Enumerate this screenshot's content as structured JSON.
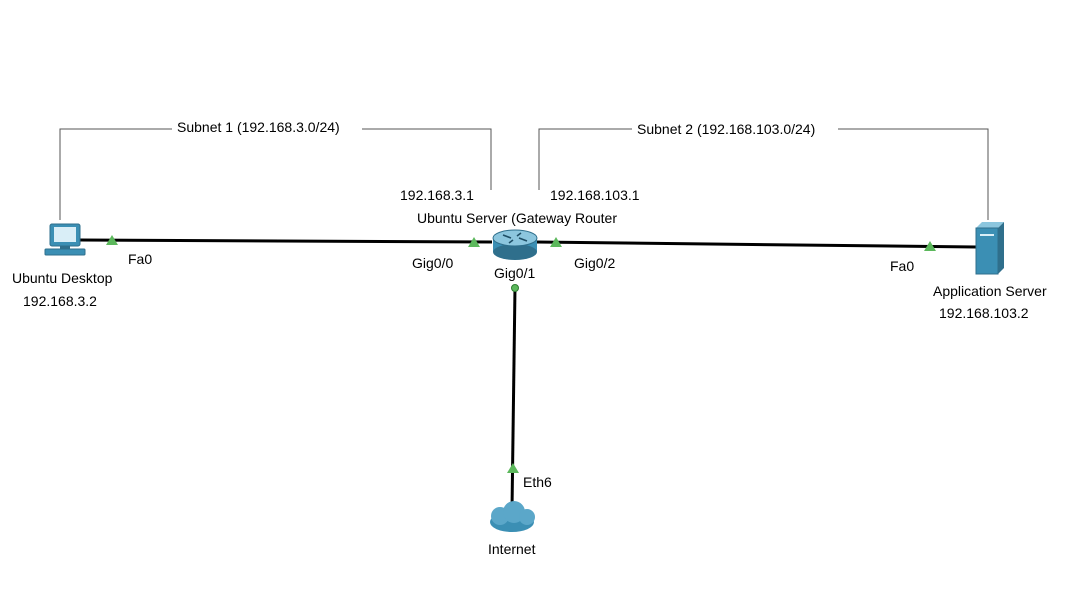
{
  "subnets": {
    "subnet1": "Subnet 1 (192.168.3.0/24)",
    "subnet2": "Subnet 2 (192.168.103.0/24)"
  },
  "router": {
    "name": "Ubuntu Server (Gateway Router",
    "ip_left": "192.168.3.1",
    "ip_right": "192.168.103.1",
    "port_left": "Gig0/0",
    "port_bottom": "Gig0/1",
    "port_right": "Gig0/2",
    "icon": "router-icon"
  },
  "desktop": {
    "name": "Ubuntu Desktop",
    "ip": "192.168.3.2",
    "port": "Fa0",
    "icon": "pc-icon"
  },
  "server": {
    "name": "Application Server",
    "ip": "192.168.103.2",
    "port": "Fa0",
    "icon": "server-icon"
  },
  "internet": {
    "name": "Internet",
    "port": "Eth6",
    "icon": "cloud-icon"
  },
  "colors": {
    "link": "#000000",
    "port_up": "#5cb85c",
    "device_blue": "#3b8fb4",
    "device_dark": "#2f6f8c"
  }
}
